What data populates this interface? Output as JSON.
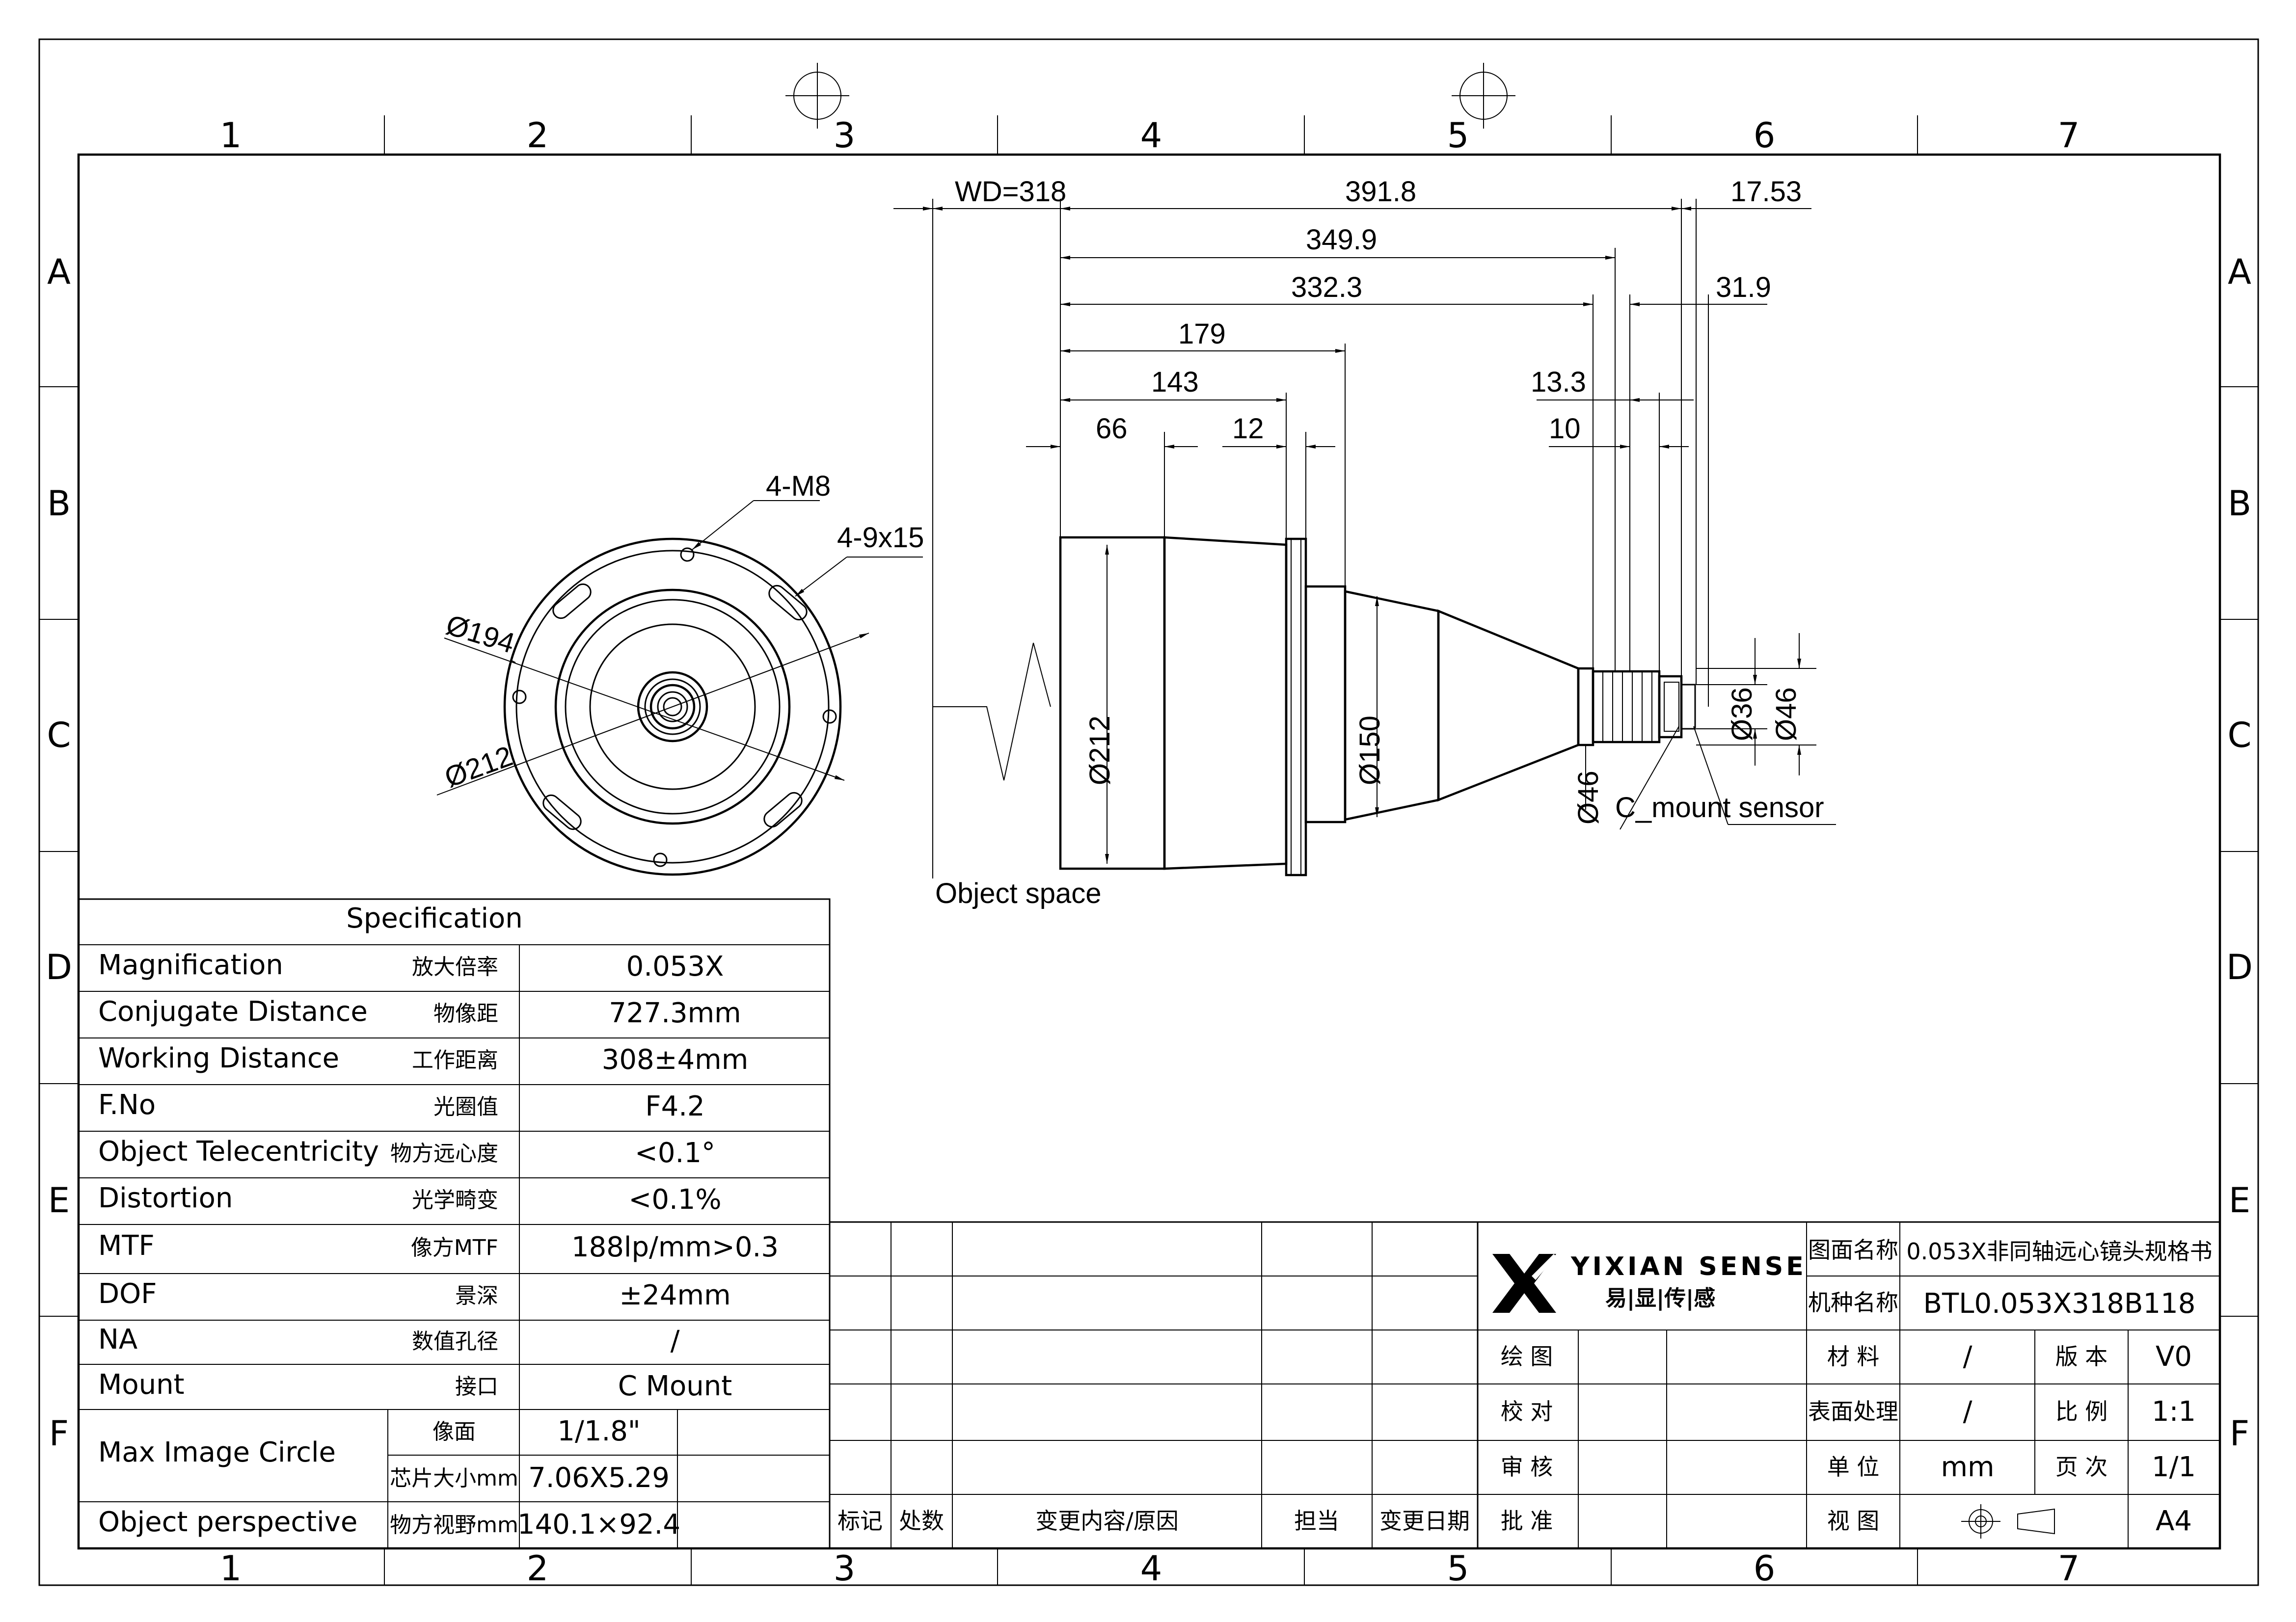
{
  "grid": {
    "columns": [
      "1",
      "2",
      "3",
      "4",
      "5",
      "6",
      "7"
    ],
    "rows": [
      "A",
      "B",
      "C",
      "D",
      "E",
      "F"
    ]
  },
  "dims": {
    "wd": "WD=318",
    "d391": "391.8",
    "d17": "17.53",
    "d349": "349.9",
    "d332": "332.3",
    "d31": "31.9",
    "d179": "179",
    "d143": "143",
    "d13": "13.3",
    "d66": "66",
    "d12": "12",
    "d10": "10",
    "m8": "4-M8",
    "slots": "4-9x15",
    "phi194": "Ø194",
    "phi212": "Ø212",
    "phi212b": "Ø212",
    "phi150": "Ø150",
    "phi36": "Ø36",
    "phi46": "Ø46",
    "phi46b": "Ø46",
    "cmount": "C_mount sensor",
    "objspace": "Object space"
  },
  "spec": {
    "title": "Specification",
    "rows": [
      {
        "en": "Magnification",
        "cn": "放大倍率",
        "val": "0.053X"
      },
      {
        "en": "Conjugate Distance",
        "cn": "物像距",
        "val": "727.3mm"
      },
      {
        "en": "Working Distance",
        "cn": "工作距离",
        "val": "308±4mm"
      },
      {
        "en": "F.No",
        "cn": "光圈值",
        "val": "F4.2"
      },
      {
        "en": "Object Telecentricity",
        "cn": "物方远心度",
        "val": "<0.1°"
      },
      {
        "en": "Distortion",
        "cn": "光学畸变",
        "val": "<0.1%"
      },
      {
        "en": "MTF",
        "cn": "像方MTF",
        "val": "188lp/mm>0.3"
      },
      {
        "en": "DOF",
        "cn": "景深",
        "val": "±24mm"
      },
      {
        "en": "NA",
        "cn": "数值孔径",
        "val": "/"
      },
      {
        "en": "Mount",
        "cn": "接口",
        "val": "C Mount"
      }
    ],
    "mic": {
      "en": "Max Image Circle",
      "cn1": "像面",
      "val1": "1/1.8\"",
      "cn2": "芯片大小mm",
      "val2": "7.06X5.29"
    },
    "op": {
      "en": "Object perspective",
      "cn": "物方视野mm",
      "val": "140.1×92.4"
    }
  },
  "titleblock": {
    "brand": "YIXIAN SENSE",
    "brand_cn": "易|显|传|感",
    "revision_headers": [
      "标记",
      "处数",
      "变更内容/原因",
      "担当",
      "变更日期"
    ],
    "drawing_name_label": "图面名称",
    "drawing_name": "0.053X非同轴远心镜头规格书",
    "model_label": "机种名称",
    "model": "BTL0.053X318B118",
    "drawn": "绘 图",
    "checked": "校 对",
    "reviewed": "审 核",
    "approved": "批 准",
    "material_label": "材 料",
    "material": "/",
    "version_label": "版 本",
    "version": "V0",
    "surface_label": "表面处理",
    "surface": "/",
    "scale_label": "比 例",
    "scale": "1:1",
    "unit_label": "单 位",
    "unit": "mm",
    "page_label": "页 次",
    "page": "1/1",
    "view_label": "视 图",
    "size": "A4"
  }
}
